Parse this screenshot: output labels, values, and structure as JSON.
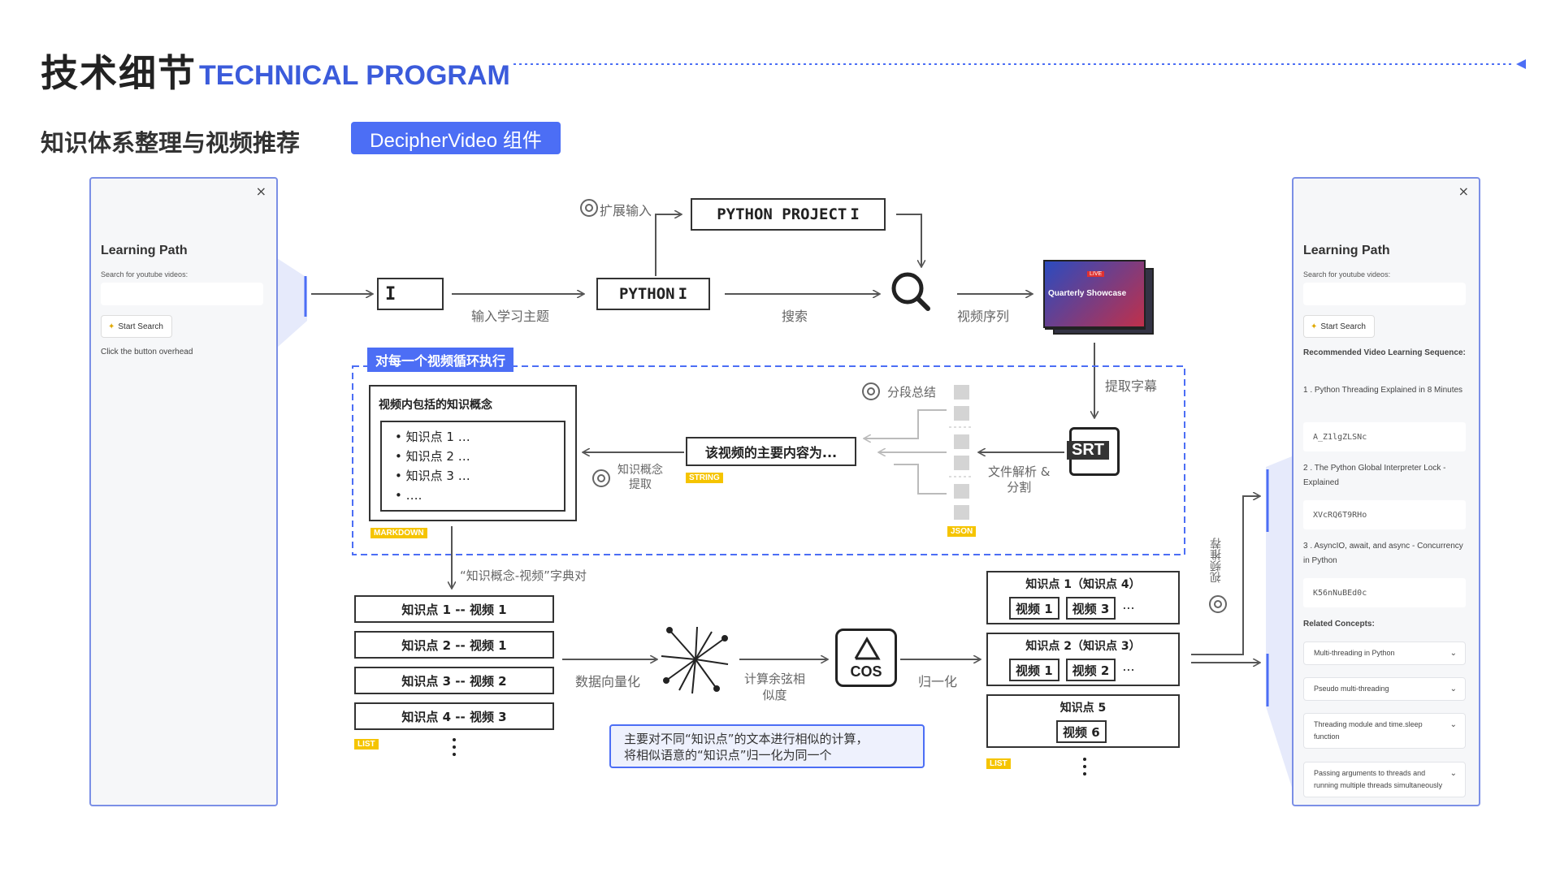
{
  "header": {
    "title_cn": "技术细节",
    "title_en": "TECHNICAL PROGRAM",
    "subtitle": "知识体系整理与视频推荐",
    "badge": "DecipherVideo 组件"
  },
  "left_panel": {
    "close": "×",
    "title": "Learning Path",
    "search_label": "Search for youtube videos:",
    "search_value": "",
    "button": "Start Search",
    "note": "Click the button overhead"
  },
  "right_panel": {
    "close": "×",
    "title": "Learning Path",
    "search_label": "Search for youtube videos:",
    "search_value": "",
    "button": "Start Search",
    "rec_heading": "Recommended Video Learning Sequence:",
    "videos": [
      {
        "title": "1 . Python Threading Explained in 8 Minutes",
        "id": "A_Z1lgZLSNc"
      },
      {
        "title": "2 . The Python Global Interpreter Lock - Explained",
        "id": "XVcRQ6T9RHo"
      },
      {
        "title": "3 . AsyncIO, await, and async - Concurrency in Python",
        "id": "K56nNuBEd0c"
      }
    ],
    "related_heading": "Related Concepts:",
    "concepts": [
      "Multi-threading in Python",
      "Pseudo multi-threading",
      "Threading module and time.sleep function",
      "Passing arguments to threads and running multiple threads simultaneously"
    ]
  },
  "flow": {
    "expand_input": "扩展输入",
    "python_project": "PYTHON PROJECT",
    "python": "PYTHON",
    "input_topic": "输入学习主题",
    "search": "搜索",
    "video_sequence": "视频序列",
    "thumbnail_title": "Quarterly Showcase",
    "thumbnail_live": "LIVE",
    "extract_subtitles": "提取字幕",
    "loop_label": "对每一个视频循环执行",
    "concepts_box_title": "视频内包括的知识概念",
    "concept_items": [
      "知识点 1 …",
      "知识点 2 …",
      "知识点 3 …",
      "…."
    ],
    "segment_summary": "分段总结",
    "main_content": "该视频的主要内容为...",
    "concept_extract": "知识概念\n提取",
    "file_parse": "文件解析 &\n分割",
    "srt": "SRT",
    "tags": {
      "markdown": "MARKDOWN",
      "string": "STRING",
      "json": "JSON",
      "list": "LIST"
    },
    "dict_pair": "“知识概念-视频”字典对",
    "pairs": [
      "知识点 1 -- 视频 1",
      "知识点 2 -- 视频 1",
      "知识点 3 -- 视频 2",
      "知识点 4 -- 视频 3"
    ],
    "ellipsis": "⋮",
    "vectorize": "数据向量化",
    "cosine": "计算余弦相\n似度",
    "cos": "COS",
    "normalize": "归一化",
    "note": "主要对不同“知识点”的文本进行相似的计算，\n将相似语意的“知识点”归一化为同一个",
    "video_recommend": "视频推荐",
    "groups": [
      {
        "title": "知识点 1（知识点 4）",
        "videos": [
          "视频 1",
          "视频 3"
        ],
        "more": "···"
      },
      {
        "title": "知识点 2（知识点 3）",
        "videos": [
          "视频 1",
          "视频 2"
        ],
        "more": "···"
      },
      {
        "title": "知识点 5",
        "videos": [
          "视频 6"
        ],
        "more": ""
      }
    ]
  },
  "colors": {
    "accent": "#4c6ef5",
    "title_blue": "#3b5bdb",
    "tag_yellow": "#f5c400",
    "panel_border": "#7b8fe6"
  }
}
